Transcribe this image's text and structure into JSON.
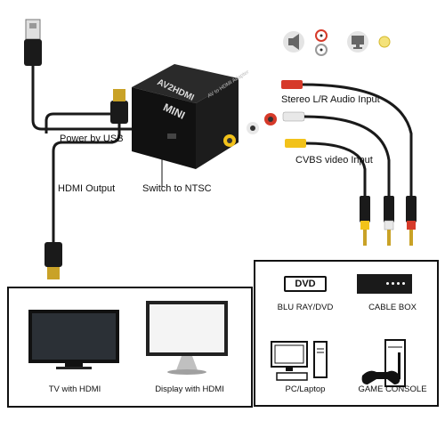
{
  "diagram": {
    "labels": {
      "power_by_usb": "Power by USB",
      "hdmi_output": "HDMI Output",
      "switch_to_ntsc": "Switch to NTSC",
      "stereo_audio_input": "Stereo L/R Audio Input",
      "cvbs_video_input": "CVBS video Input"
    },
    "device": {
      "brand": "MINI",
      "model": "AV2HDMI",
      "side_text": "AV to HDMI Adapter"
    },
    "output_panel": {
      "devices": [
        {
          "label": "TV with HDMI"
        },
        {
          "label": "Display with HDMI"
        }
      ]
    },
    "source_panel": {
      "dvd_badge": "DVD",
      "devices": [
        {
          "label": "BLU RAY/DVD"
        },
        {
          "label": "CABLE BOX"
        },
        {
          "label": "PC/Laptop"
        },
        {
          "label": "GAME CONSOLE"
        }
      ]
    },
    "colors": {
      "cable": "#1a1a1a",
      "rca_red": "#d63a2a",
      "rca_white": "#e8e8e8",
      "rca_yellow": "#f2c21a",
      "gold": "#c9a227"
    }
  }
}
